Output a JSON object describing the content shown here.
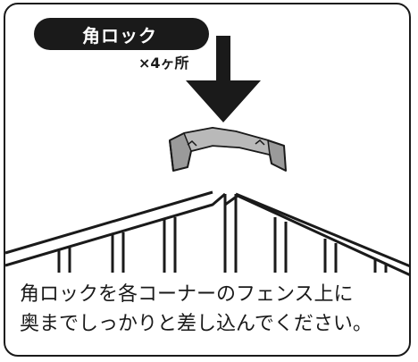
{
  "label": {
    "text": "角ロック"
  },
  "quantity": {
    "text": "×4ヶ所"
  },
  "caption": {
    "line1": "角ロックを各コーナーのフェンス上に",
    "line2": "奥までしっかりと差し込んでください。"
  },
  "colors": {
    "ink": "#1a1a1a",
    "part_fill": "#9a9a9a",
    "part_shadow": "#6f6f6f"
  }
}
